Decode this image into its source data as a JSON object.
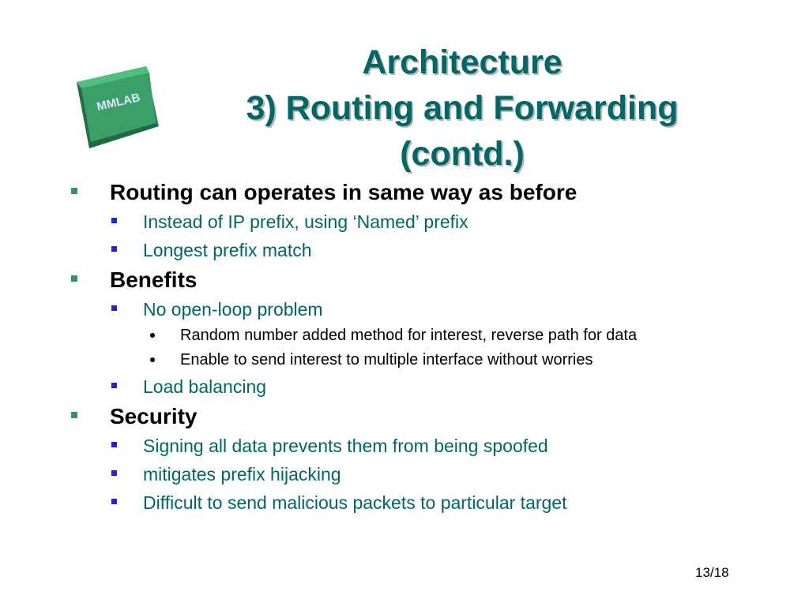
{
  "logo": {
    "text": "MMLAB"
  },
  "title": {
    "line1": "Architecture",
    "line2": "3) Routing and Forwarding",
    "line3": "(contd.)"
  },
  "sections": [
    {
      "heading": "Routing can operates in same way as before",
      "items": [
        {
          "text": "Instead of IP prefix, using ‘Named’ prefix"
        },
        {
          "text": "Longest prefix match"
        }
      ]
    },
    {
      "heading": "Benefits",
      "items": [
        {
          "text": "No open-loop problem",
          "subitems": [
            "Random number added method for interest, reverse path for data",
            "Enable to send interest to multiple interface without worries"
          ]
        },
        {
          "text": "Load balancing"
        }
      ]
    },
    {
      "heading": "Security",
      "items": [
        {
          "text": "Signing all data prevents them from being spoofed"
        },
        {
          "text": "mitigates prefix hijacking"
        },
        {
          "text": "Difficult to send malicious packets to particular target"
        }
      ]
    }
  ],
  "page_number": "13/18",
  "colors": {
    "title": "#006666",
    "level1_bullet": "#2e9a5a",
    "level2_bullet": "#2222dd",
    "level2_text": "#006666",
    "logo_face": "#3aa067"
  }
}
